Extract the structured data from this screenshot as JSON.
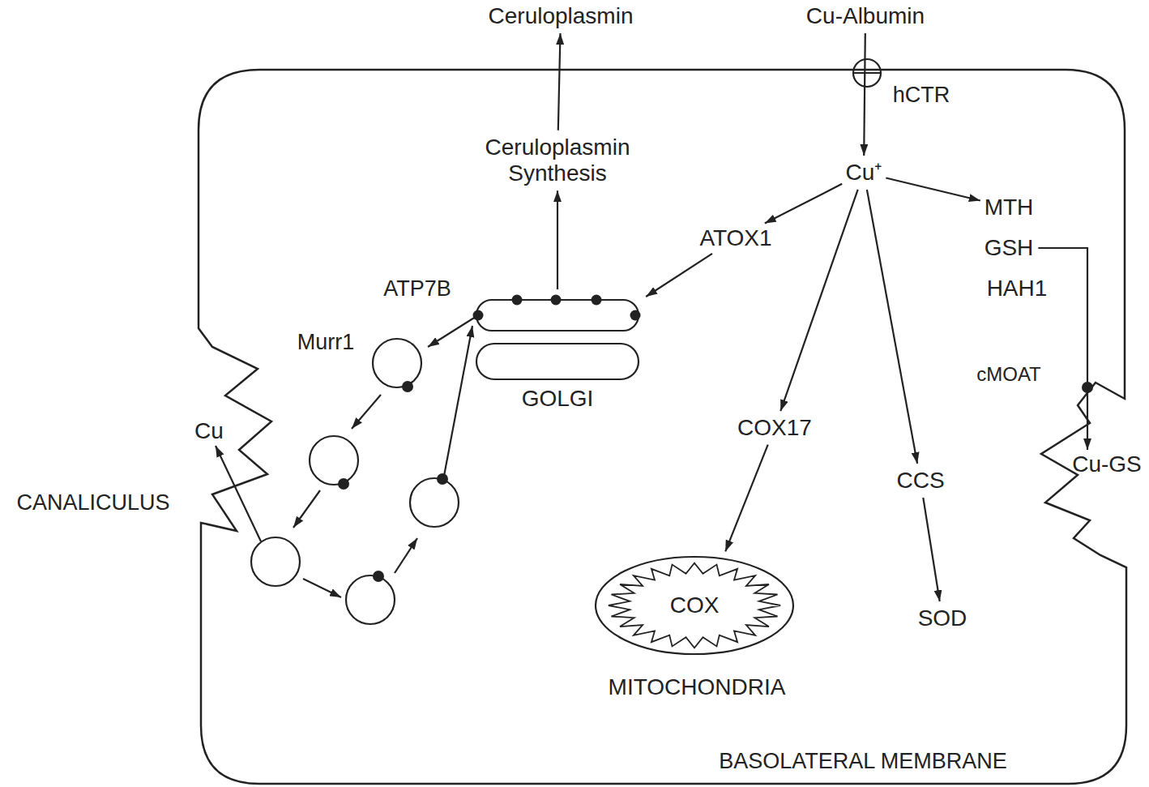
{
  "diagram": {
    "nodes": [
      {
        "text": [
          "Ceruloplasmin"
        ]
      },
      {
        "text": [
          "Cu-Albumin"
        ]
      },
      {
        "text": [
          "BASOLATERAL MEMBRANE"
        ]
      },
      {
        "text": [
          "Cu⁺"
        ],
        "in": 2
      },
      {
        "text": [
          "Ceruloplasmin Synthesis"
        ],
        "in": 2
      },
      {
        "text": [
          "ATOX1"
        ],
        "in": 2
      },
      {
        "text": [
          "MTH"
        ],
        "in": 2
      },
      {
        "text": [
          "GSH"
        ],
        "in": 2
      },
      {
        "text": [
          "HAH1"
        ],
        "in": 2
      },
      {
        "text": [
          "GOLGI"
        ],
        "in": 2
      },
      {
        "text": [
          "COX17"
        ],
        "in": 2
      },
      {
        "text": [
          "CCS"
        ],
        "in": 2
      },
      {
        "text": [
          "COX",
          "MITOCHONDRIA"
        ],
        "in": 2
      },
      {
        "text": [
          "SOD"
        ],
        "in": 2
      },
      {
        "text": [
          "Cu-GS"
        ]
      }
    ],
    "edges": [
      {
        "from": 1,
        "to": 3,
        "arrow": "to"
      },
      {
        "from": 4,
        "to": 0,
        "arrow": "to"
      },
      {
        "from": 9,
        "to": 4,
        "arrow": "to"
      },
      {
        "from": 3,
        "to": 5,
        "arrow": "to"
      },
      {
        "from": 5,
        "to": 9,
        "arrow": "to"
      },
      {
        "from": 3,
        "to": 6,
        "arrow": "to"
      },
      {
        "from": 3,
        "to": 10,
        "arrow": "to"
      },
      {
        "from": 3,
        "to": 11,
        "arrow": "to"
      },
      {
        "from": 10,
        "to": 12,
        "arrow": "to"
      },
      {
        "from": 11,
        "to": 13,
        "arrow": "to"
      },
      {
        "from": 7,
        "to": 14,
        "arrow": "to"
      }
    ],
    "labels": [
      "hCTR",
      "ATP7B",
      "Murr1",
      "Cu",
      "CANALICULUS",
      "cMOAT"
    ]
  }
}
